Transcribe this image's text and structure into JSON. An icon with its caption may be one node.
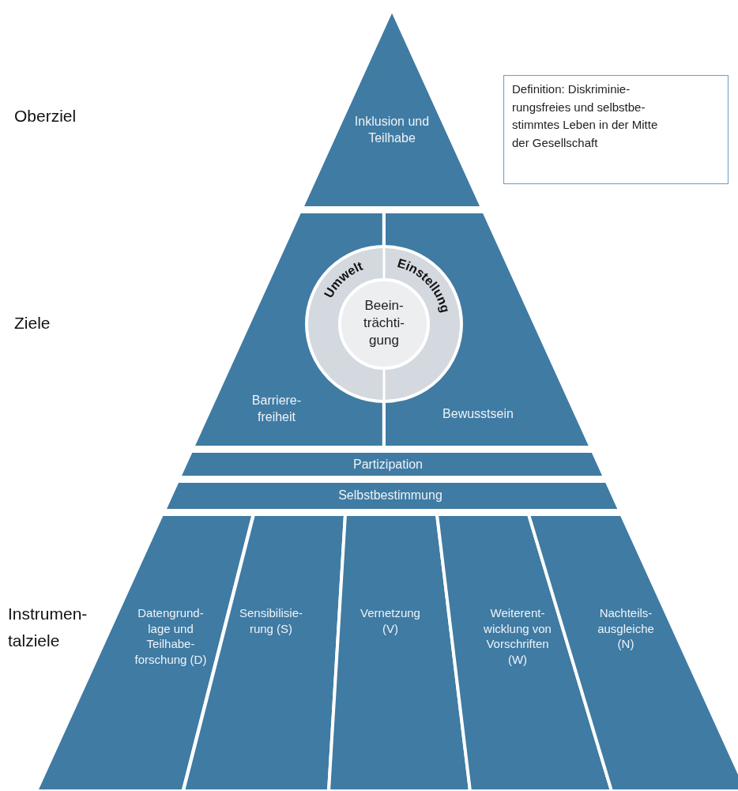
{
  "diagram": {
    "nodes": [
      {
        "text": [
          "Inklusion und Teilhabe"
        ]
      },
      {
        "text": [
          "Definition: Diskriminie- rungsfreies und selbstbe- stimmtes Leben in der Mitte der Gesellschaft"
        ]
      },
      {
        "text": [
          "Barriere- freiheit"
        ]
      },
      {
        "text": [
          "Bewusstsein"
        ]
      },
      {
        "text": [
          "Umwelt",
          "Einstellung"
        ]
      },
      {
        "text": [
          "Beein- trächti- gung"
        ],
        "in": 4
      },
      {
        "text": [
          "Partizipation"
        ]
      },
      {
        "text": [
          "Selbstbestimmung"
        ]
      },
      {
        "text": [
          "Datengrund- lage und Teilhabe- forschung (D)"
        ]
      },
      {
        "text": [
          "Sensibilisie- rung (S)"
        ]
      },
      {
        "text": [
          "Vernetzung (V)"
        ]
      },
      {
        "text": [
          "Weiterent- wicklung von Vorschriften (W)"
        ]
      },
      {
        "text": [
          "Nachteils- ausgleiche (N)"
        ]
      }
    ],
    "labels": [
      "Oberziel",
      "Ziele",
      "Instrumen- talziele"
    ]
  }
}
